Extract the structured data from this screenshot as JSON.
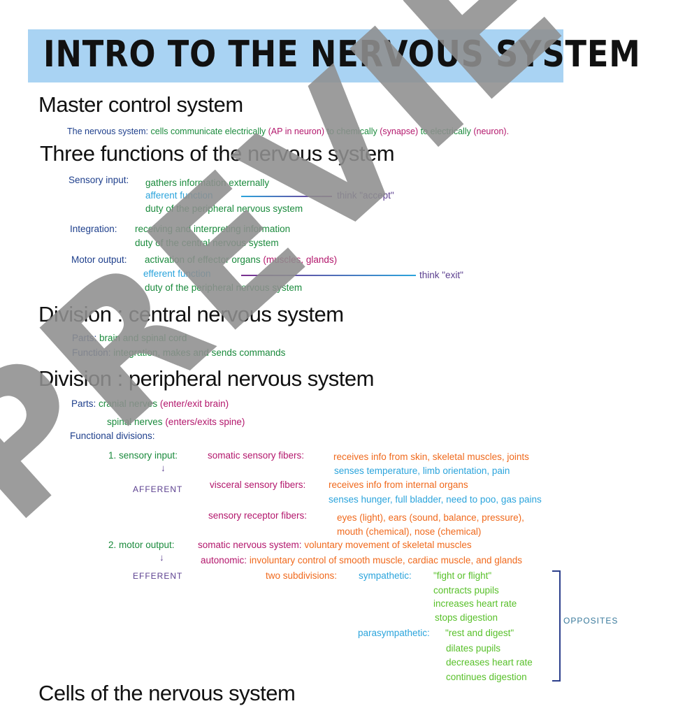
{
  "title": "INTRO TO THE NERVOUS SYSTEM",
  "s1": {
    "heading": "Master control system",
    "label": "The nervous system:",
    "text1": "cells communicate electrically",
    "p1": "(AP in neuron)",
    "text2": "to chemically",
    "p2": "(synapse)",
    "text3": "to electrically",
    "p3": "(neuron)."
  },
  "s2": {
    "heading": "Three functions of the nervous system",
    "sensory_label": "Sensory input:",
    "sensory_1": "gathers information externally",
    "sensory_2": "afferent function",
    "sensory_think": "think \"accept\"",
    "sensory_3": "duty of the peripheral nervous system",
    "integ_label": "Integration:",
    "integ_1": "receiving and interpreting information",
    "integ_2": "duty of the central nervous system",
    "motor_label": "Motor output:",
    "motor_1": "activation of effector organs",
    "motor_1p": "(muscles, glands)",
    "motor_2": "efferent function",
    "motor_think": "think \"exit\"",
    "motor_3": "duty of the peripheral nervous system"
  },
  "s3": {
    "heading": "Division : central nervous system",
    "parts_label": "Parts:",
    "parts": "brain and spinal cord",
    "func_label": "Function:",
    "func": "integration, makes and sends commands"
  },
  "s4": {
    "heading": "Division : peripheral nervous system",
    "parts_label": "Parts:",
    "cranial": "cranial nerves",
    "cranial_p": "(enter/exit brain)",
    "spinal": "spinal nerves",
    "spinal_p": "(enters/exits spine)",
    "fd_label": "Functional divisions:",
    "sensory": "1. sensory input:",
    "afferent": "AFFERENT",
    "somatic_label": "somatic sensory fibers:",
    "somatic_1": "receives info from skin, skeletal muscles, joints",
    "somatic_2": "senses temperature, limb orientation, pain",
    "visceral_label": "visceral sensory fibers:",
    "visceral_1": "receives info from internal organs",
    "visceral_2": "senses hunger, full bladder, need to poo, gas pains",
    "receptor_label": "sensory receptor fibers:",
    "receptor_1": "eyes (light), ears (sound, balance, pressure),",
    "receptor_2": "mouth (chemical), nose (chemical)",
    "motor": "2. motor output:",
    "efferent": "EFFERENT",
    "sns_label": "somatic nervous system:",
    "sns": "voluntary movement of skeletal muscles",
    "auto_label": "autonomic:",
    "auto": "involuntary control of smooth muscle, cardiac muscle, and glands",
    "two_sub": "two subdivisions:",
    "symp_label": "sympathetic:",
    "symp": [
      "\"fight or flight\"",
      "contracts pupils",
      "increases heart rate",
      "stops digestion"
    ],
    "para_label": "parasympathetic:",
    "para": [
      "\"rest and digest\"",
      "dilates pupils",
      "decreases heart rate",
      "continues digestion"
    ],
    "opposites": "OPPOSITES"
  },
  "s5": {
    "heading": "Cells of the nervous system"
  },
  "watermark": "PREVIEW"
}
